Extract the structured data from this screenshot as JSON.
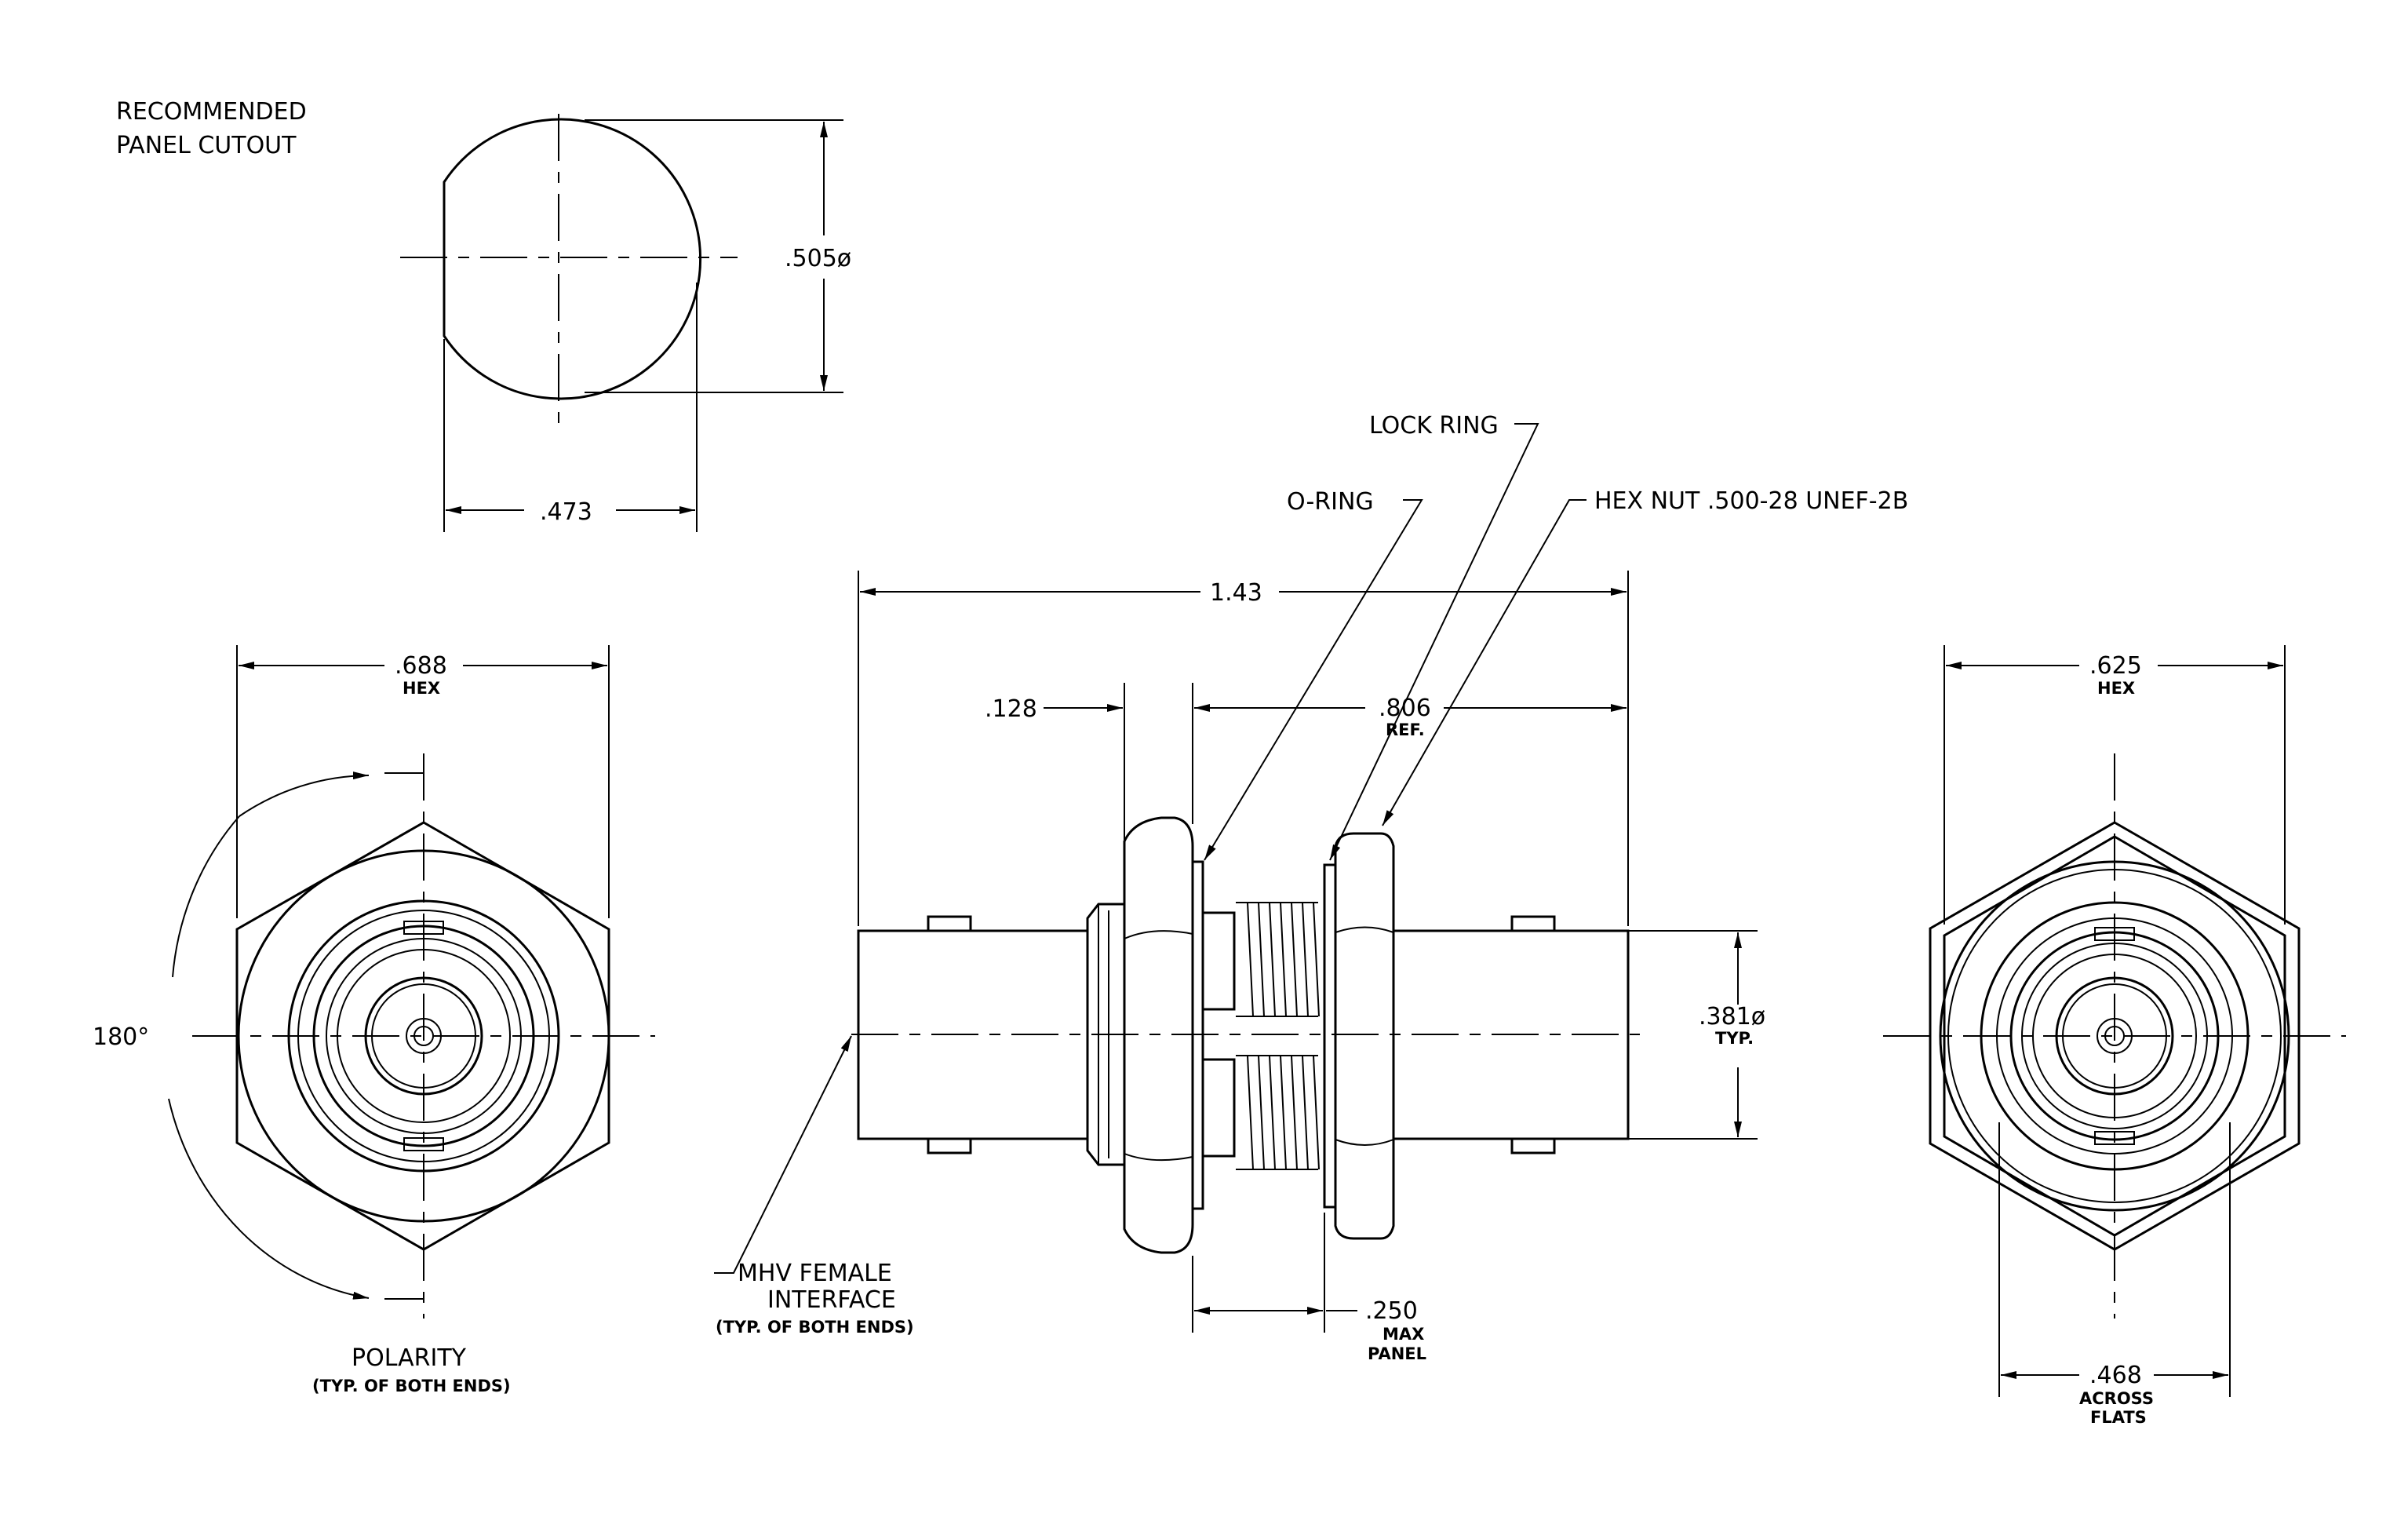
{
  "cutout": {
    "title_line1": "RECOMMENDED",
    "title_line2": "PANEL CUTOUT",
    "dim_diameter": ".505ø",
    "dim_flat": ".473"
  },
  "left_view": {
    "dim_hex": ".688",
    "dim_hex_sub": "HEX",
    "angle": "180°",
    "polarity": "POLARITY",
    "polarity_sub": "(TYP. OF BOTH ENDS)"
  },
  "side_view": {
    "dim_length": "1.43",
    "dim_flange": ".128",
    "dim_ref": ".806",
    "dim_ref_sub": "REF.",
    "dim_panel": ".250",
    "dim_panel_sub1": "MAX",
    "dim_panel_sub2": "PANEL",
    "dim_dia": ".381ø",
    "dim_dia_sub": "TYP.",
    "label_oring": "O-RING",
    "label_lockring": "LOCK RING",
    "label_hexnut": "HEX NUT .500-28 UNEF-2B",
    "label_mhv1": "MHV FEMALE",
    "label_mhv2": "INTERFACE",
    "label_mhv3": "(TYP. OF BOTH ENDS)"
  },
  "right_view": {
    "dim_hex": ".625",
    "dim_hex_sub": "HEX",
    "dim_flats": ".468",
    "dim_flats_sub1": "ACROSS",
    "dim_flats_sub2": "FLATS"
  }
}
